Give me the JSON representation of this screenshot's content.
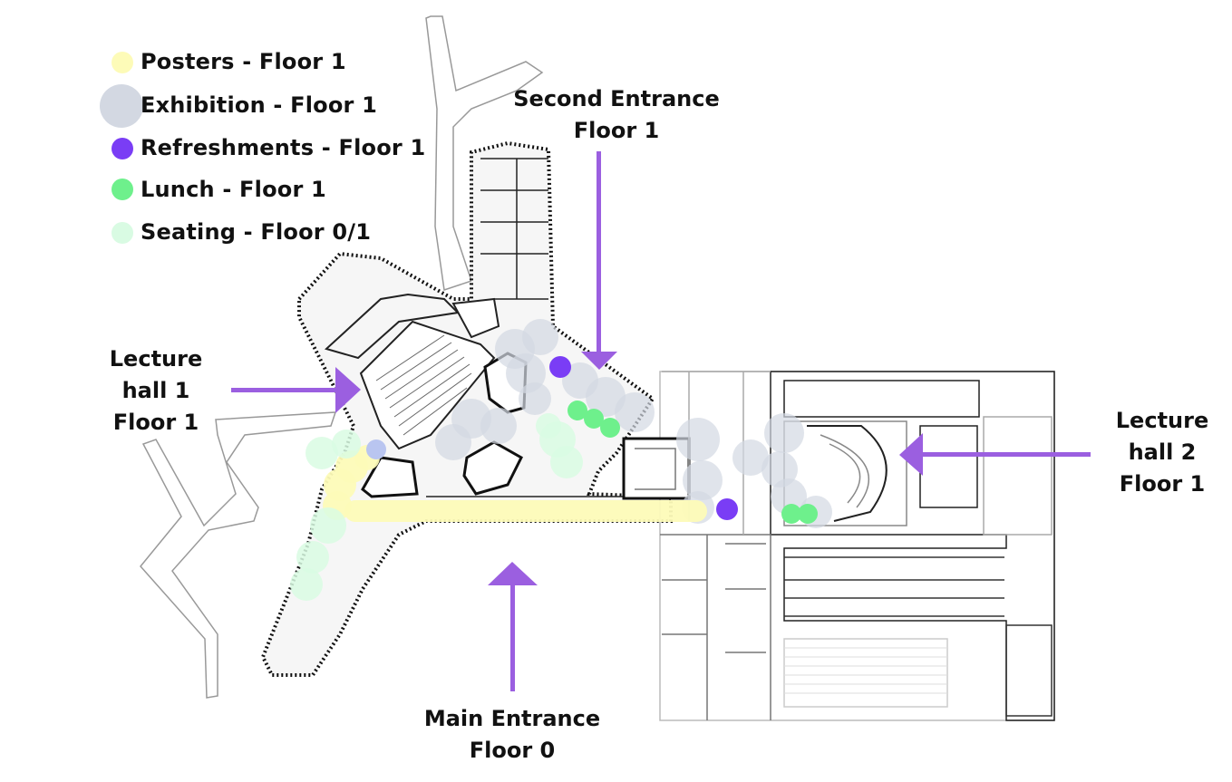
{
  "legend": {
    "items": [
      {
        "label": "Posters - Floor 1",
        "color": "#fdfbb8"
      },
      {
        "label": "Exhibition - Floor 1",
        "color": "#d3d8e2"
      },
      {
        "label": "Refreshments - Floor 1",
        "color": "#7a3df5"
      },
      {
        "label": "Lunch - Floor 1",
        "color": "#6ef08c"
      },
      {
        "label": "Seating - Floor 0/1",
        "color": "#d9fbe3"
      }
    ]
  },
  "labels": {
    "second_entrance": {
      "line1": "Second Entrance",
      "line2": "Floor 1"
    },
    "lecture_hall_1": {
      "line1": "Lecture",
      "line2": "hall 1",
      "line3": "Floor 1"
    },
    "lecture_hall_2": {
      "line1": "Lecture",
      "line2": "hall 2",
      "line3": "Floor 1"
    },
    "main_entrance": {
      "line1": "Main Entrance",
      "line2": "Floor 0"
    }
  },
  "colors": {
    "arrow": "#9b5fe0",
    "wall": "#222222",
    "hatch": "#111111"
  }
}
